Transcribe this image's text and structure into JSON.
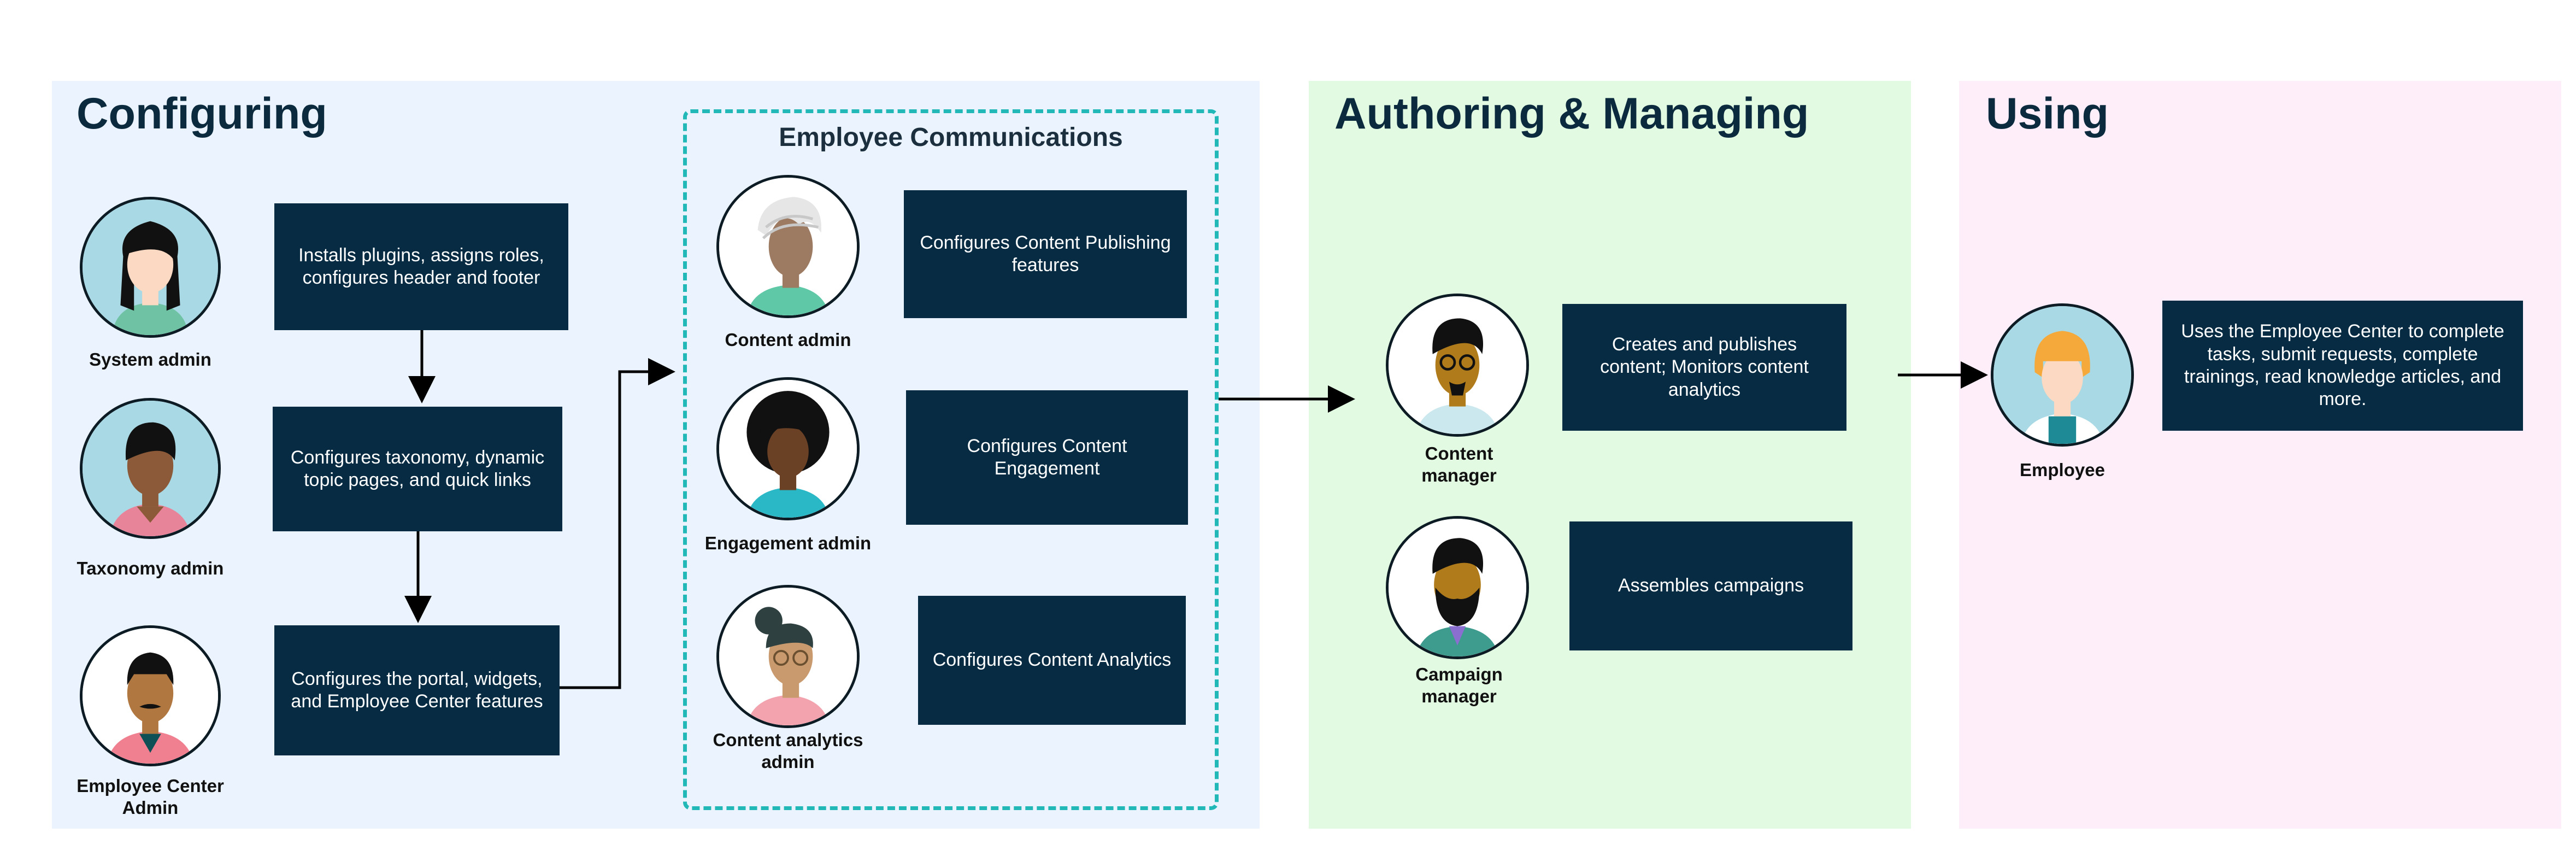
{
  "panels": {
    "configuring": {
      "title": "Configuring"
    },
    "authoring": {
      "title": "Authoring & Managing"
    },
    "using": {
      "title": "Using"
    }
  },
  "group": {
    "title": "Employee Communications"
  },
  "roles": {
    "system_admin": "System admin",
    "taxonomy_admin": "Taxonomy admin",
    "ec_admin": "Employee Center Admin",
    "content_admin": "Content admin",
    "engagement_admin": "Engagement admin",
    "analytics_admin": "Content analytics admin",
    "content_manager": "Content manager",
    "campaign_manager": "Campaign manager",
    "employee": "Employee"
  },
  "tasks": {
    "system_admin": "Installs plugins, assigns roles, configures header and footer",
    "taxonomy_admin": "Configures taxonomy, dynamic topic pages, and quick links",
    "ec_admin": "Configures the portal, widgets, and Employee Center features",
    "content_admin": "Configures Content Publishing features",
    "engagement_admin": "Configures Content Engagement",
    "analytics_admin": "Configures Content Analytics",
    "content_manager": "Creates and publishes content; Monitors content analytics",
    "campaign_manager": "Assembles campaigns",
    "employee": "Uses the Employee Center to complete tasks, submit requests, complete trainings, read knowledge articles, and more."
  },
  "colors": {
    "configuring_bg": "#ebf4fe",
    "authoring_bg": "#e2fae1",
    "using_bg": "#fdeef9",
    "box": "#062b42",
    "dashed": "#22b8b8",
    "avatar_bg": "#a9d9e4"
  }
}
